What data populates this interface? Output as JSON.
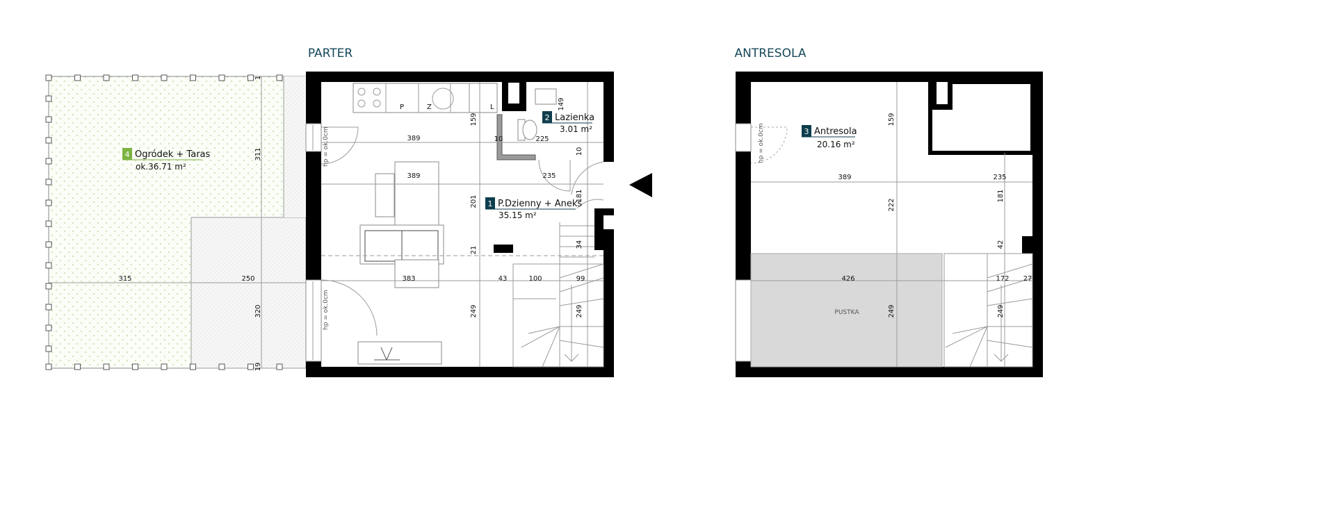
{
  "colors": {
    "title": "#16485a",
    "badge": "#0e3e4d",
    "garden_badge": "#7cb342",
    "wall": "#000000",
    "void": "#d9d9d9"
  },
  "parter": {
    "title": "PARTER",
    "rooms": [
      {
        "num": "1",
        "name": "P.Dzienny + Aneks",
        "area": "35.15 m²"
      },
      {
        "num": "2",
        "name": "Lazienka",
        "area": "3.01 m²"
      },
      {
        "num": "4",
        "name": "Ogródek + Taras",
        "area": "ok.36.71 m²"
      }
    ],
    "window_note": "hp = ok.0cm",
    "kitchen_labels": [
      "P",
      "Z",
      "L"
    ],
    "dims": [
      "389",
      "389",
      "383",
      "159",
      "201",
      "21",
      "249",
      "10",
      "225",
      "235",
      "149",
      "10",
      "181",
      "34",
      "43",
      "100",
      "99",
      "249",
      "311",
      "315",
      "250",
      "320",
      "19",
      "1"
    ]
  },
  "antresola": {
    "title": "ANTRESOLA",
    "rooms": [
      {
        "num": "3",
        "name": "Antresola",
        "area": "20.16 m²"
      }
    ],
    "void_label": "PUSTKA",
    "window_note": "hp = ok.0cm",
    "dims": [
      "389",
      "235",
      "159",
      "222",
      "181",
      "42",
      "426",
      "172",
      "27",
      "249",
      "249"
    ]
  },
  "entrance_icon": "entrance-arrow-icon"
}
